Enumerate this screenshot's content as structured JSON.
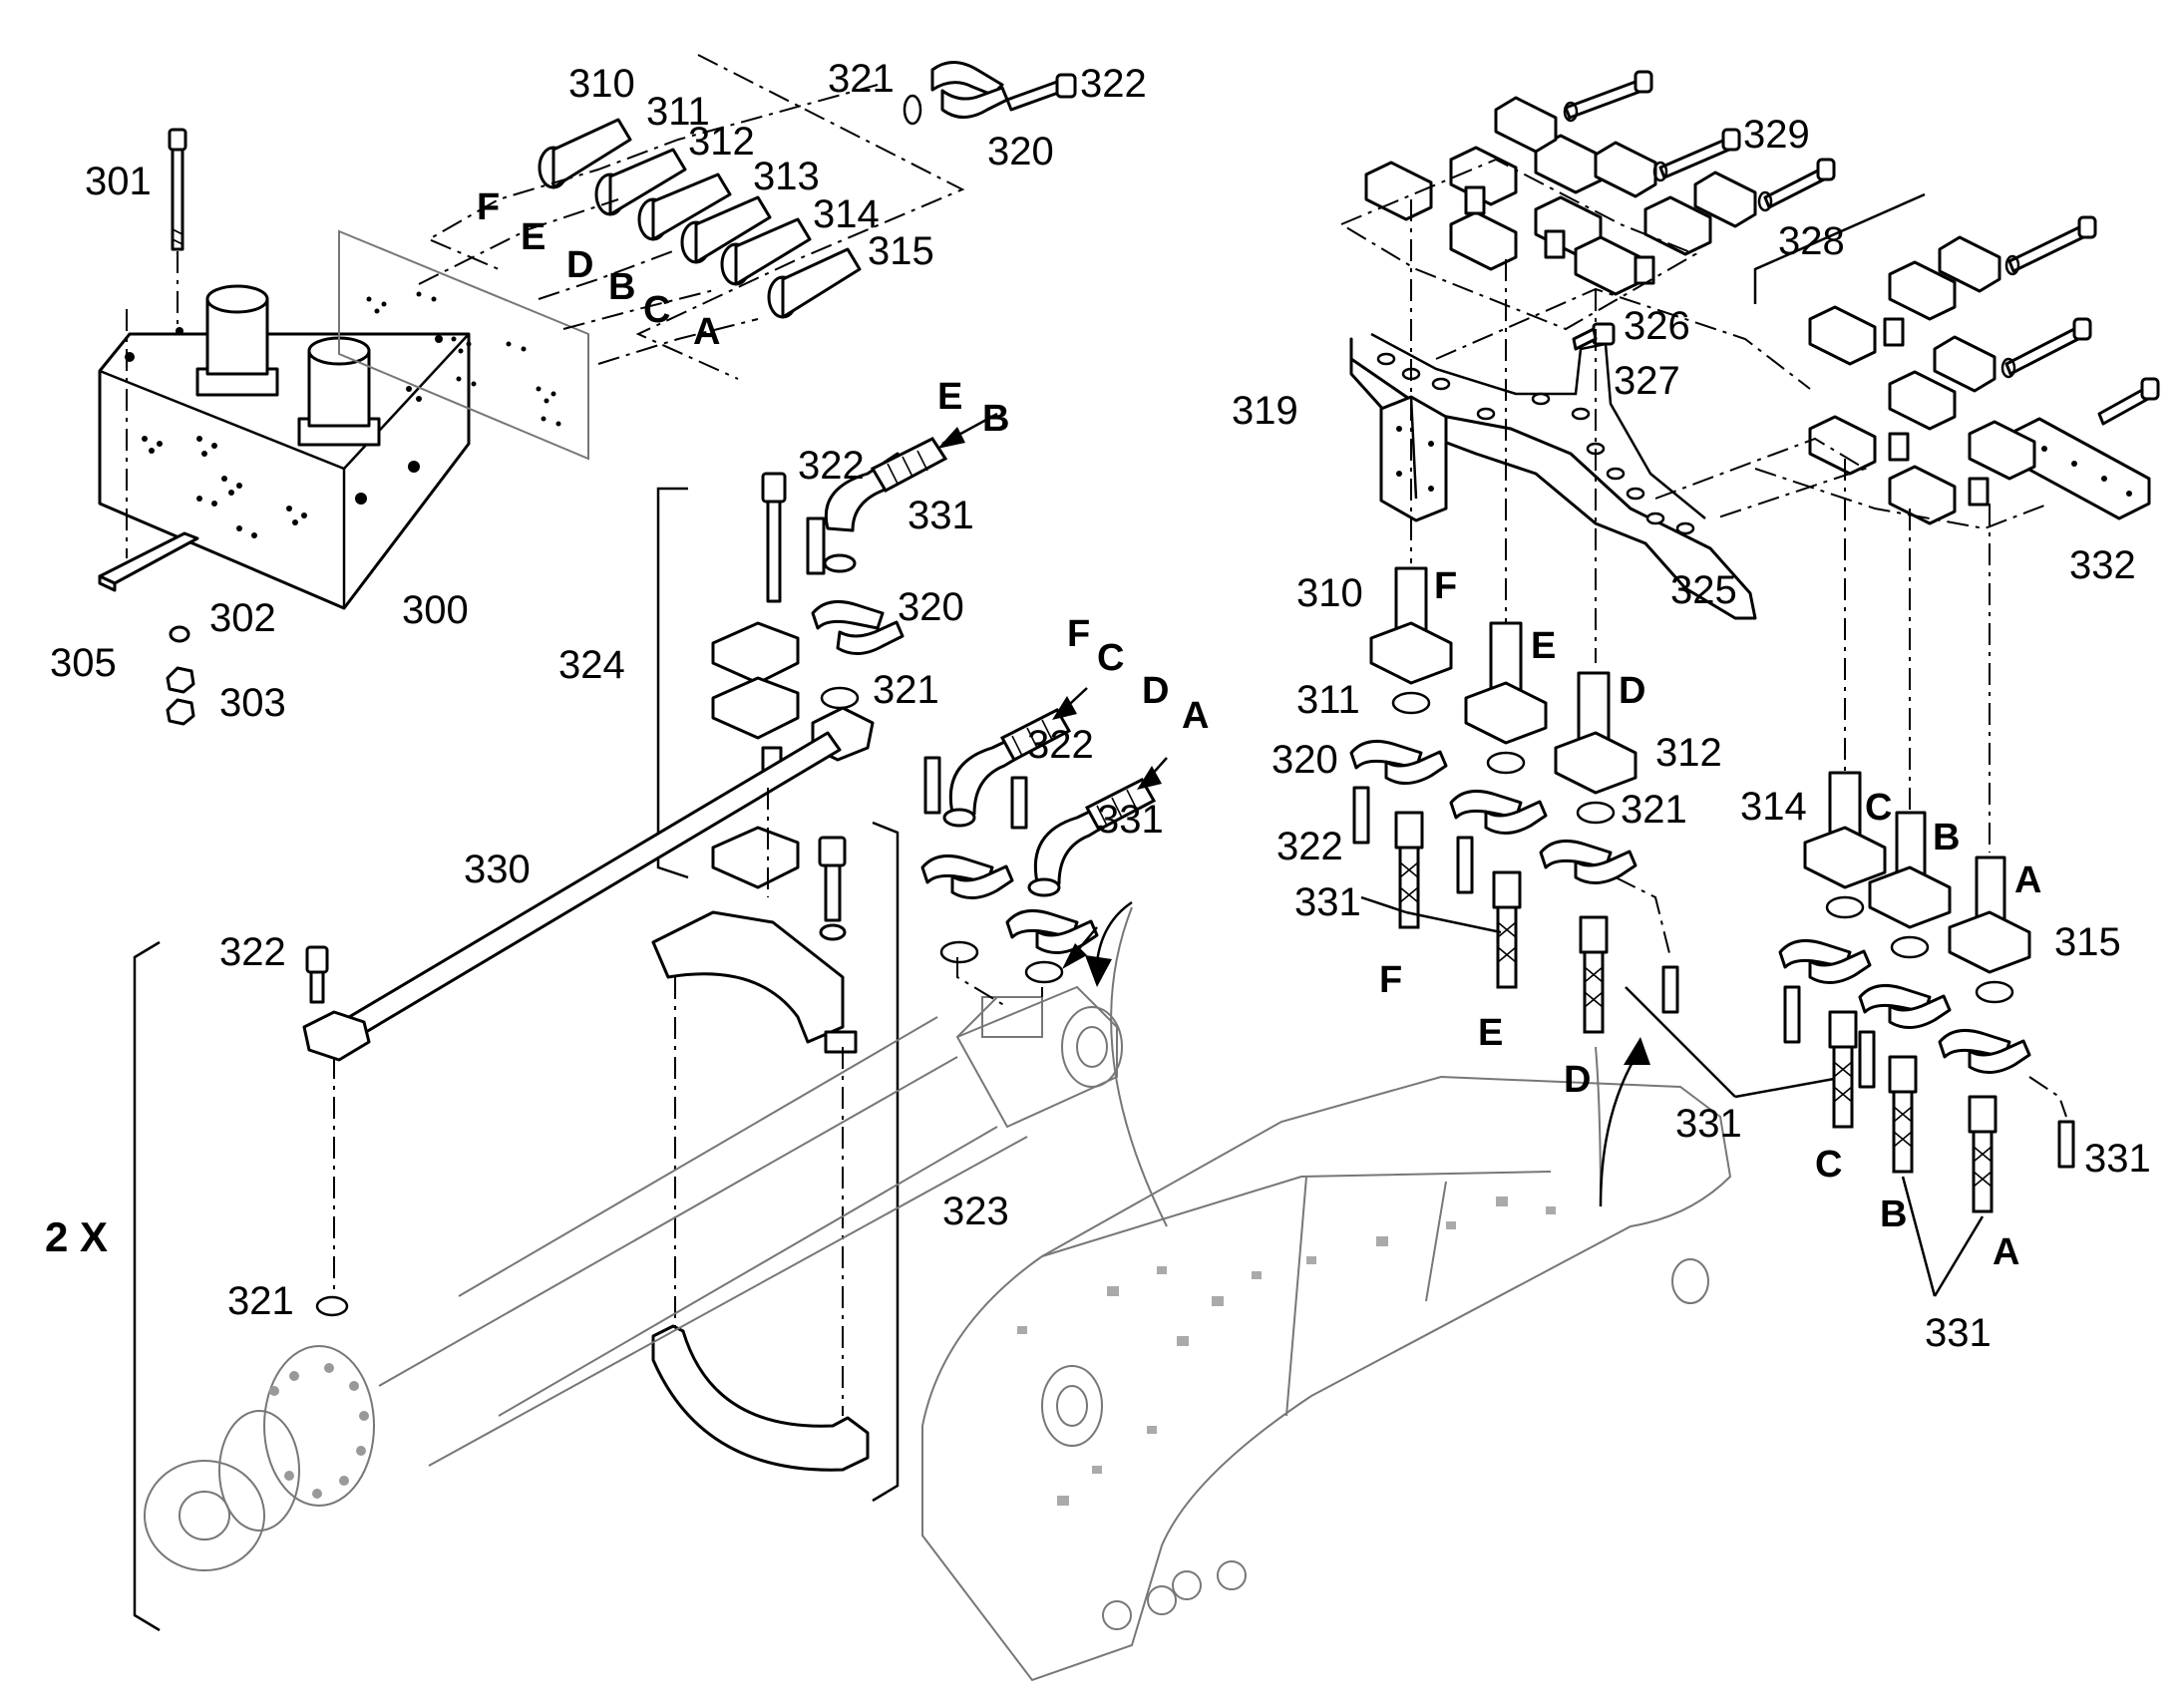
{
  "multiplier_label": "2 X",
  "part_labels": {
    "p300": "300",
    "p301": "301",
    "p302": "302",
    "p303": "303",
    "p305": "305",
    "p310a": "310",
    "p311a": "311",
    "p312a": "312",
    "p313": "313",
    "p314a": "314",
    "p315a": "315",
    "p320a": "320",
    "p321a": "321",
    "p322a": "322",
    "p322b": "322",
    "p331a": "331",
    "p320b": "320",
    "p321b": "321",
    "p324": "324",
    "p322c": "322",
    "p331b": "331",
    "p330": "330",
    "p322d": "322",
    "p321c": "321",
    "p323": "323",
    "p329": "329",
    "p328": "328",
    "p326": "326",
    "p327": "327",
    "p319": "319",
    "p325": "325",
    "p332": "332",
    "p310b": "310",
    "p311b": "311",
    "p320c": "320",
    "p322e": "322",
    "p331c": "331",
    "p312b": "312",
    "p321d": "321",
    "p314b": "314",
    "p315b": "315",
    "p331d": "331",
    "p331e": "331",
    "p331f": "331"
  },
  "port_letters": {
    "vF": "F",
    "vE": "E",
    "vD": "D",
    "vB": "B",
    "vC": "C",
    "vA": "A",
    "h1E": "E",
    "h1B": "B",
    "h2F": "F",
    "h2C": "C",
    "h3D": "D",
    "h3A": "A",
    "t310F": "F",
    "t311E": "E",
    "t312D": "D",
    "fF": "F",
    "fE": "E",
    "fD": "D",
    "t314C": "C",
    "t314B": "B",
    "t315A": "A",
    "fC": "C",
    "fB": "B",
    "fA": "A"
  }
}
